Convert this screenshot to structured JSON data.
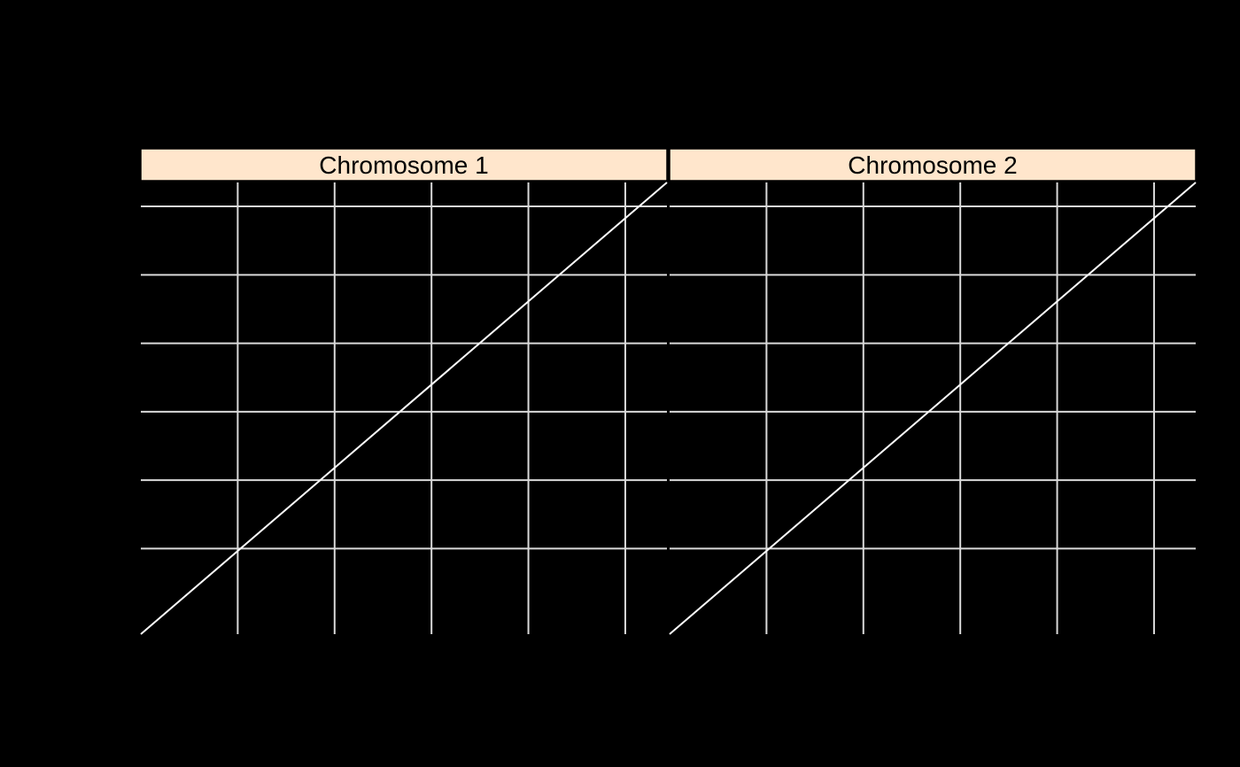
{
  "page": {
    "background": "#000000"
  },
  "chart_data": {
    "type": "line",
    "layout": "faceted panels (1 row x 2 columns)",
    "title": "",
    "xlabel": "",
    "ylabel": "",
    "grid": true,
    "colors": {
      "panel_background": "#000000",
      "grid": "#d9d9d9",
      "reference_line": "#ffffff",
      "strip_fill": "#ffe6cc",
      "strip_border": "#000000",
      "strip_text": "#000000"
    },
    "panels": [
      {
        "strip_label": "Chromosome 1",
        "xlim": [
          0,
          5.43
        ],
        "ylim": [
          -0.5,
          6.1
        ],
        "x_gridlines": [
          1,
          2,
          3,
          4,
          5
        ],
        "y_gridlines": [
          0.75,
          1.75,
          2.75,
          3.75,
          4.75,
          5.75
        ],
        "reference_line": {
          "x": [
            0,
            5.43
          ],
          "y": [
            -0.5,
            6.1
          ]
        }
      },
      {
        "strip_label": "Chromosome 2",
        "xlim": [
          0,
          5.43
        ],
        "ylim": [
          -0.5,
          6.1
        ],
        "x_gridlines": [
          1,
          2,
          3,
          4,
          5
        ],
        "y_gridlines": [
          0.75,
          1.75,
          2.75,
          3.75,
          4.75,
          5.75
        ],
        "reference_line": {
          "x": [
            0,
            5.43
          ],
          "y": [
            -0.5,
            6.1
          ]
        }
      }
    ]
  }
}
